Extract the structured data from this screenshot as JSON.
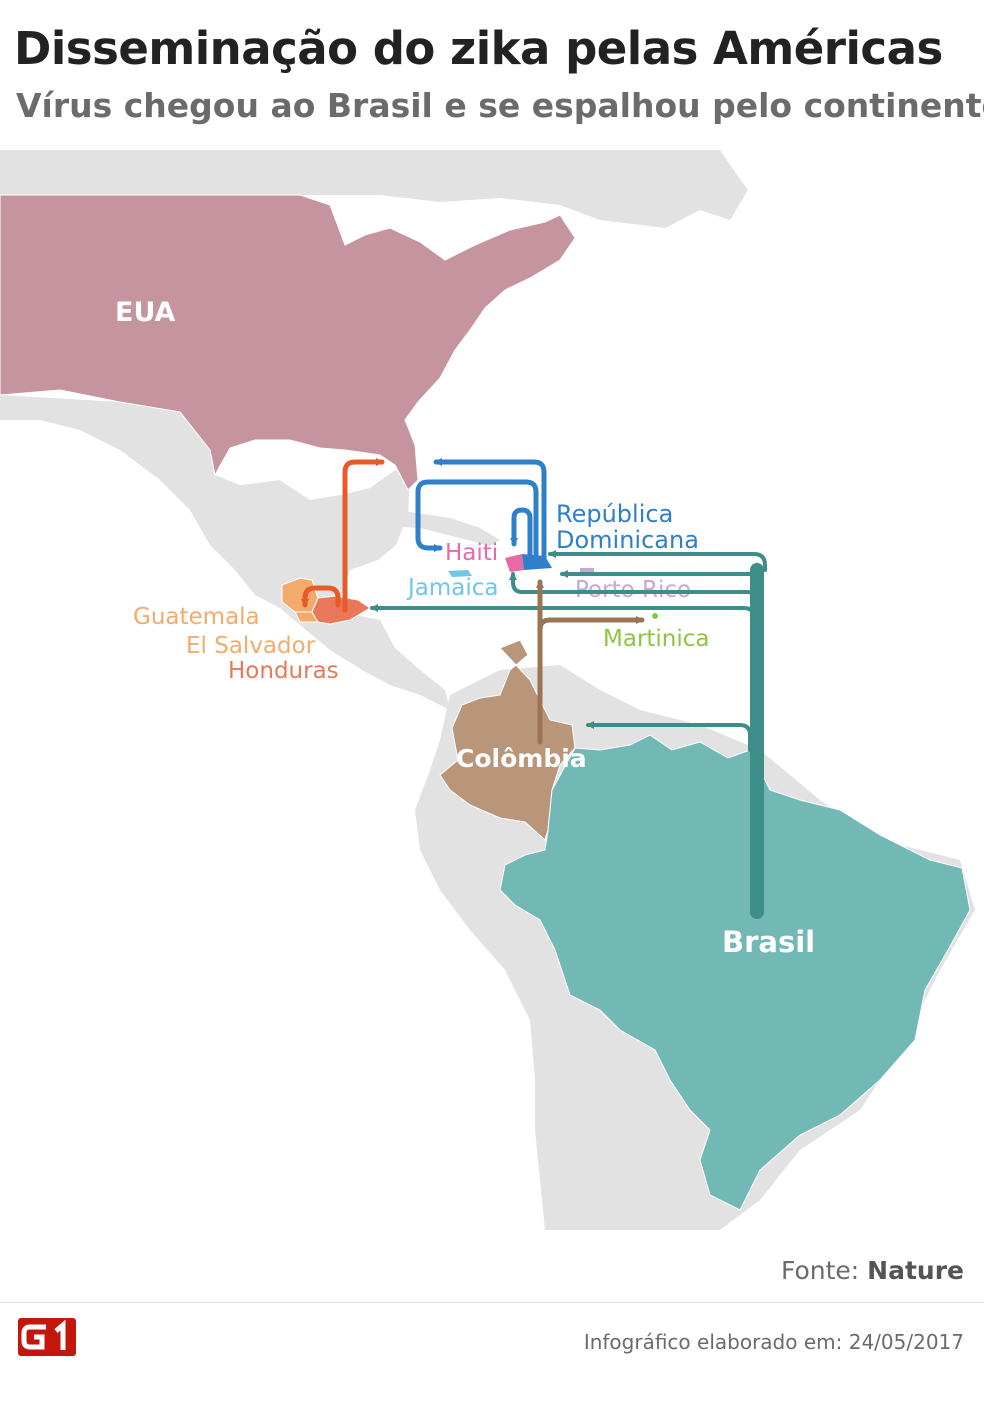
{
  "header": {
    "title": "Disseminação do zika pelas Américas",
    "subtitle": "Vírus chegou ao Brasil e se espalhou pelo continente"
  },
  "map": {
    "labels": {
      "eua": "EUA",
      "republica_dominicana_1": "República",
      "republica_dominicana_2": "Dominicana",
      "haiti": "Haiti",
      "jamaica": "Jamaica",
      "porto_rico": "Porto Rico",
      "guatemala": "Guatemala",
      "el_salvador": "El Salvador",
      "honduras": "Honduras",
      "martinica": "Martinica",
      "colombia": "Colômbia",
      "brasil": "Brasil"
    },
    "colors": {
      "eua": "#c5949e",
      "brasil": "#72b9b5",
      "brasil_arrows": "#3d8e88",
      "colombia": "#b9957a",
      "colombia_arrows": "#9a7455",
      "guatemala": "#f3ab6b",
      "honduras": "#e9775a",
      "honduras_arrows": "#e85a2a",
      "republica_dominicana": "#2f7fca",
      "haiti": "#e769a5",
      "jamaica": "#6ec6ea",
      "porto_rico": "#c9a6d3",
      "martinica": "#8cc63e",
      "land": "#e2e2e2",
      "borders": "#ffffff"
    }
  },
  "footer": {
    "source_label": "Fonte:",
    "source_name": "Nature",
    "logo_text": "G1",
    "credit": "Infográfico elaborado em: 24/05/2017"
  }
}
